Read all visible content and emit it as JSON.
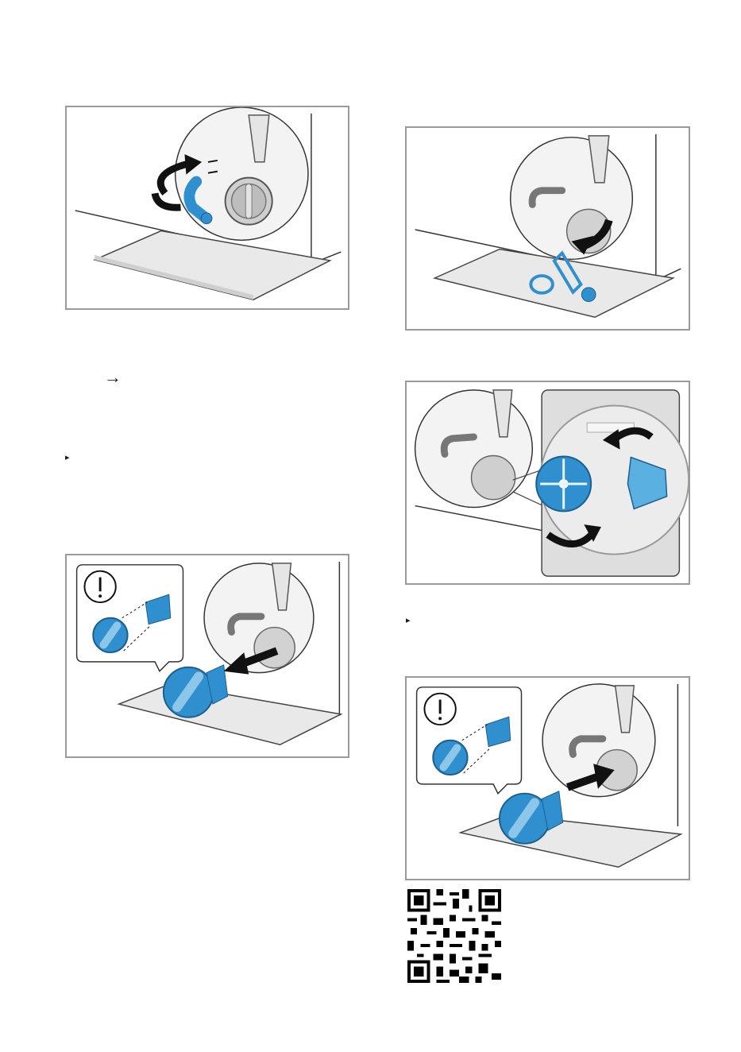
{
  "glyphs": {
    "step_arrow": "→",
    "bullet_left": "▸",
    "bullet_right": "▸"
  },
  "figures": [
    {
      "id": "fig1",
      "name": "unscrew-drain-hose-illustration",
      "icons": [
        "rotate-arrow-icon",
        "drain-hose-icon",
        "pump-cap-icon",
        "towel-icon"
      ]
    },
    {
      "id": "fig2",
      "name": "remove-foreign-objects-illustration",
      "icons": [
        "down-arrow-icon",
        "paperclip-icon",
        "button-icon",
        "towel-icon"
      ]
    },
    {
      "id": "fig3",
      "name": "turn-pump-impeller-illustration",
      "icons": [
        "rotate-arrow-icon",
        "impeller-icon"
      ]
    },
    {
      "id": "fig4",
      "name": "remove-pump-cap-illustration",
      "icons": [
        "warning-icon",
        "pump-cap-icon",
        "pull-arrow-icon",
        "towel-icon"
      ]
    },
    {
      "id": "fig5",
      "name": "insert-pump-cap-illustration",
      "icons": [
        "warning-icon",
        "pump-cap-icon",
        "push-arrow-icon",
        "towel-icon"
      ]
    }
  ],
  "qr_code": {
    "icon": "qr-code-icon"
  },
  "colors": {
    "accent_blue": "#2f8fcf",
    "frame_gray": "#9a9a9a",
    "panel_gray": "#e6e6e6",
    "line_dark": "#333333"
  }
}
